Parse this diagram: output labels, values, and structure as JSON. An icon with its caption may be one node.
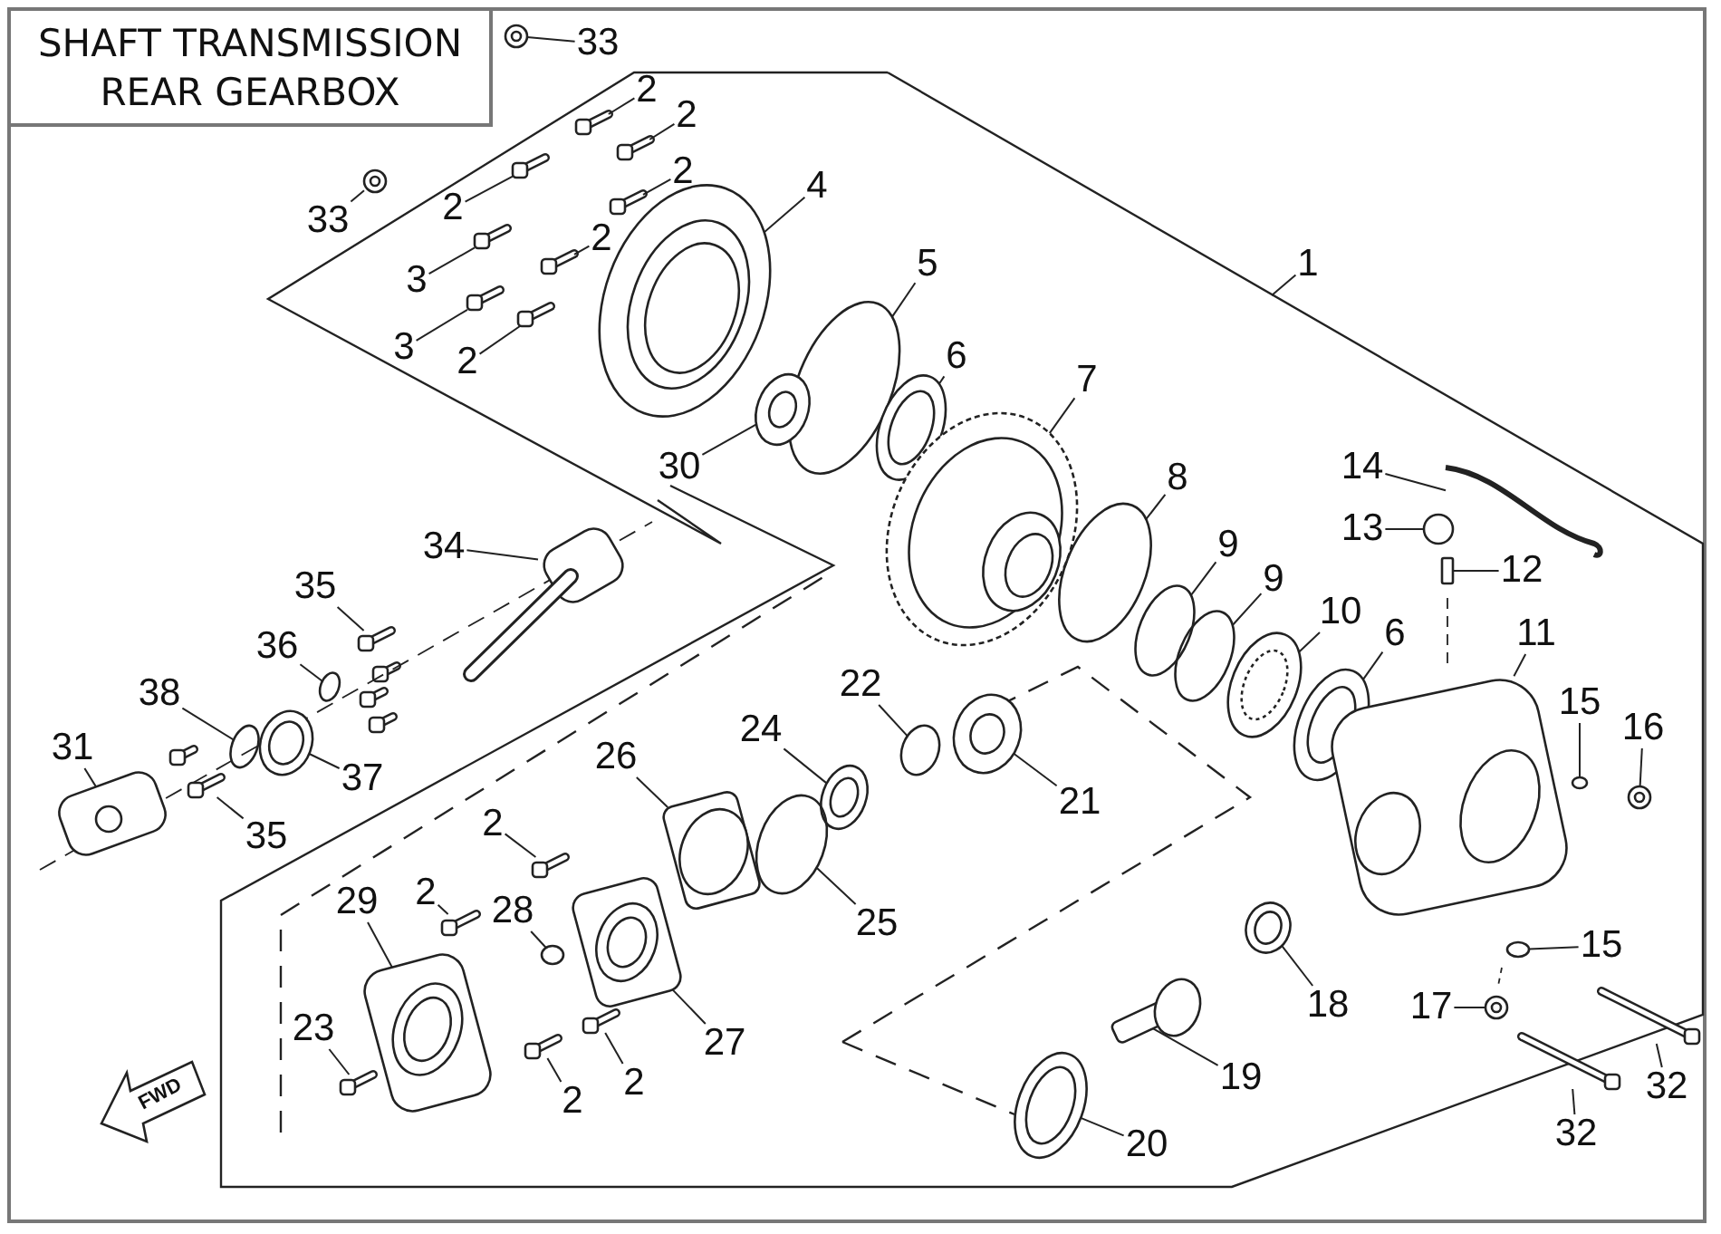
{
  "diagram": {
    "title": "SHAFT TRANSMISSION REAR GEARBOX",
    "nodes": [
      {
        "text": [
          "33"
        ]
      },
      {
        "text": [
          "33"
        ]
      },
      {
        "text": [
          "2"
        ]
      },
      {
        "text": [
          "2"
        ]
      },
      {
        "text": [
          "2"
        ]
      },
      {
        "text": [
          "2"
        ]
      },
      {
        "text": [
          "2"
        ]
      },
      {
        "text": [
          "3"
        ]
      },
      {
        "text": [
          "2"
        ]
      },
      {
        "text": [
          "3"
        ]
      },
      {
        "text": [
          "4"
        ]
      },
      {
        "text": [
          "5"
        ]
      },
      {
        "text": [
          "30"
        ]
      },
      {
        "text": [
          "6"
        ]
      },
      {
        "text": [
          "7"
        ]
      },
      {
        "text": [
          "1"
        ]
      },
      {
        "text": [
          "14"
        ]
      },
      {
        "text": [
          "13"
        ]
      },
      {
        "text": [
          "12"
        ]
      },
      {
        "text": [
          "8"
        ]
      },
      {
        "text": [
          "9"
        ]
      },
      {
        "text": [
          "9"
        ]
      },
      {
        "text": [
          "34"
        ]
      },
      {
        "text": [
          "35"
        ]
      },
      {
        "text": [
          "36"
        ]
      },
      {
        "text": [
          "38"
        ]
      },
      {
        "text": [
          "31"
        ]
      },
      {
        "text": [
          "10"
        ]
      },
      {
        "text": [
          "6"
        ]
      },
      {
        "text": [
          "11"
        ]
      },
      {
        "text": [
          "22"
        ]
      },
      {
        "text": [
          "24"
        ]
      },
      {
        "text": [
          "37"
        ]
      },
      {
        "text": [
          "35"
        ]
      },
      {
        "text": [
          "26"
        ]
      },
      {
        "text": [
          "21"
        ]
      },
      {
        "text": [
          "15"
        ]
      },
      {
        "text": [
          "16"
        ]
      },
      {
        "text": [
          "15"
        ]
      },
      {
        "text": [
          "25"
        ]
      },
      {
        "text": [
          "2"
        ]
      },
      {
        "text": [
          "2"
        ]
      },
      {
        "text": [
          "29"
        ]
      },
      {
        "text": [
          "28"
        ]
      },
      {
        "text": [
          "27"
        ]
      },
      {
        "text": [
          "17"
        ]
      },
      {
        "text": [
          "18"
        ]
      },
      {
        "text": [
          "23"
        ]
      },
      {
        "text": [
          "2"
        ]
      },
      {
        "text": [
          "2"
        ]
      },
      {
        "text": [
          "19"
        ]
      },
      {
        "text": [
          "20"
        ]
      },
      {
        "text": [
          "32"
        ]
      },
      {
        "text": [
          "32"
        ]
      },
      {
        "text": [],
        "shape": "picture"
      },
      {
        "text": [],
        "shape": "picture"
      },
      {
        "text": [],
        "shape": "picture"
      },
      {
        "text": [],
        "shape": "picture"
      },
      {
        "text": [],
        "shape": "picture"
      },
      {
        "text": [],
        "shape": "picture"
      },
      {
        "text": [],
        "shape": "picture"
      },
      {
        "text": [],
        "shape": "picture"
      },
      {
        "text": [],
        "shape": "picture"
      },
      {
        "text": [],
        "shape": "picture"
      },
      {
        "text": [],
        "shape": "picture"
      },
      {
        "text": [],
        "shape": "circle"
      },
      {
        "text": [],
        "shape": "picture"
      },
      {
        "text": [],
        "shape": "picture"
      },
      {
        "text": [],
        "shape": "picture"
      },
      {
        "text": [],
        "shape": "picture"
      },
      {
        "text": [],
        "shape": "circle"
      },
      {
        "text": [],
        "shape": "picture"
      },
      {
        "text": [],
        "shape": "circle"
      },
      {
        "text": [],
        "shape": "circle"
      },
      {
        "text": [],
        "shape": "circle"
      },
      {
        "text": [],
        "shape": "picture"
      },
      {
        "text": [],
        "shape": "picture"
      },
      {
        "text": [],
        "shape": "circle"
      },
      {
        "text": [],
        "shape": "circle"
      },
      {
        "text": [],
        "shape": "picture"
      },
      {
        "text": [],
        "shape": "picture"
      },
      {
        "text": [],
        "shape": "picture"
      },
      {
        "text": [],
        "shape": "picture"
      },
      {
        "text": [],
        "shape": "circle"
      },
      {
        "text": [],
        "shape": "picture"
      },
      {
        "text": [],
        "shape": "picture"
      },
      {
        "text": [],
        "shape": "picture"
      },
      {
        "text": [],
        "shape": "picture"
      },
      {
        "text": [],
        "shape": "picture"
      },
      {
        "text": [],
        "shape": "circle"
      },
      {
        "text": [],
        "shape": "picture"
      },
      {
        "text": [],
        "shape": "circle"
      },
      {
        "text": [],
        "shape": "circle"
      },
      {
        "text": [],
        "shape": "picture"
      },
      {
        "text": [],
        "shape": "picture"
      },
      {
        "text": [],
        "shape": "picture"
      },
      {
        "text": [],
        "shape": "circle"
      },
      {
        "text": [],
        "shape": "picture"
      },
      {
        "text": [],
        "shape": "picture"
      },
      {
        "text": [],
        "shape": "picture"
      },
      {
        "text": [],
        "shape": "picture"
      },
      {
        "text": [],
        "shape": "picture"
      },
      {
        "text": [],
        "shape": "picture"
      },
      {
        "text": [],
        "shape": "picture"
      },
      {
        "text": [],
        "shape": "picture"
      },
      {
        "text": [],
        "shape": "picture"
      },
      {
        "text": [],
        "shape": "picture"
      }
    ],
    "edges": [
      {
        "from": 0,
        "to": 54,
        "arrow": "none"
      },
      {
        "from": 1,
        "to": 55,
        "arrow": "none"
      },
      {
        "from": 2,
        "to": 56,
        "arrow": "none"
      },
      {
        "from": 3,
        "to": 57,
        "arrow": "none"
      },
      {
        "from": 4,
        "to": 58,
        "arrow": "none"
      },
      {
        "from": 5,
        "to": 59,
        "arrow": "none"
      },
      {
        "from": 6,
        "to": 60,
        "arrow": "none"
      },
      {
        "from": 7,
        "to": 61,
        "arrow": "none"
      },
      {
        "from": 8,
        "to": 62,
        "arrow": "none"
      },
      {
        "from": 9,
        "to": 63,
        "arrow": "none"
      },
      {
        "from": 10,
        "to": 64,
        "arrow": "none"
      },
      {
        "from": 11,
        "to": 65,
        "arrow": "none"
      },
      {
        "from": 12,
        "to": 66,
        "arrow": "none"
      },
      {
        "from": 13,
        "to": 67,
        "arrow": "none"
      },
      {
        "from": 14,
        "to": 68,
        "arrow": "none"
      },
      {
        "from": 15,
        "to": null,
        "arrow": "none"
      },
      {
        "from": 16,
        "to": 69,
        "arrow": "none"
      },
      {
        "from": 17,
        "to": 70,
        "arrow": "none"
      },
      {
        "from": 18,
        "to": 71,
        "arrow": "none"
      },
      {
        "from": 19,
        "to": 72,
        "arrow": "none"
      },
      {
        "from": 20,
        "to": 73,
        "arrow": "none"
      },
      {
        "from": 21,
        "to": 74,
        "arrow": "none"
      },
      {
        "from": 22,
        "to": 75,
        "arrow": "none"
      },
      {
        "from": 23,
        "to": 76,
        "arrow": "none"
      },
      {
        "from": 24,
        "to": 77,
        "arrow": "none"
      },
      {
        "from": 25,
        "to": 78,
        "arrow": "none"
      },
      {
        "from": 26,
        "to": 79,
        "arrow": "none"
      },
      {
        "from": 27,
        "to": 80,
        "arrow": "none"
      },
      {
        "from": 28,
        "to": 81,
        "arrow": "none"
      },
      {
        "from": 29,
        "to": 82,
        "arrow": "none"
      },
      {
        "from": 30,
        "to": 83,
        "arrow": "none"
      },
      {
        "from": 31,
        "to": 84,
        "arrow": "none"
      },
      {
        "from": 32,
        "to": 85,
        "arrow": "none"
      },
      {
        "from": 33,
        "to": 86,
        "arrow": "none"
      },
      {
        "from": 34,
        "to": 87,
        "arrow": "none"
      },
      {
        "from": 35,
        "to": 88,
        "arrow": "none"
      },
      {
        "from": 36,
        "to": 89,
        "arrow": "none"
      },
      {
        "from": 37,
        "to": 90,
        "arrow": "none"
      },
      {
        "from": 38,
        "to": 91,
        "arrow": "none"
      },
      {
        "from": 39,
        "to": 92,
        "arrow": "none"
      },
      {
        "from": 40,
        "to": 93,
        "arrow": "none"
      },
      {
        "from": 41,
        "to": 94,
        "arrow": "none"
      },
      {
        "from": 42,
        "to": 95,
        "arrow": "none"
      },
      {
        "from": 43,
        "to": 96,
        "arrow": "none"
      },
      {
        "from": 44,
        "to": 97,
        "arrow": "none"
      },
      {
        "from": 45,
        "to": 98,
        "arrow": "none"
      },
      {
        "from": 46,
        "to": 99,
        "arrow": "none"
      },
      {
        "from": 47,
        "to": 100,
        "arrow": "none"
      },
      {
        "from": 48,
        "to": 101,
        "arrow": "none"
      },
      {
        "from": 49,
        "to": 102,
        "arrow": "none"
      },
      {
        "from": 50,
        "to": 103,
        "arrow": "none"
      },
      {
        "from": 51,
        "to": 104,
        "arrow": "none"
      },
      {
        "from": 52,
        "to": 105,
        "arrow": "none"
      },
      {
        "from": 53,
        "to": 106,
        "arrow": "none"
      }
    ],
    "labels": [
      "FWD"
    ]
  }
}
